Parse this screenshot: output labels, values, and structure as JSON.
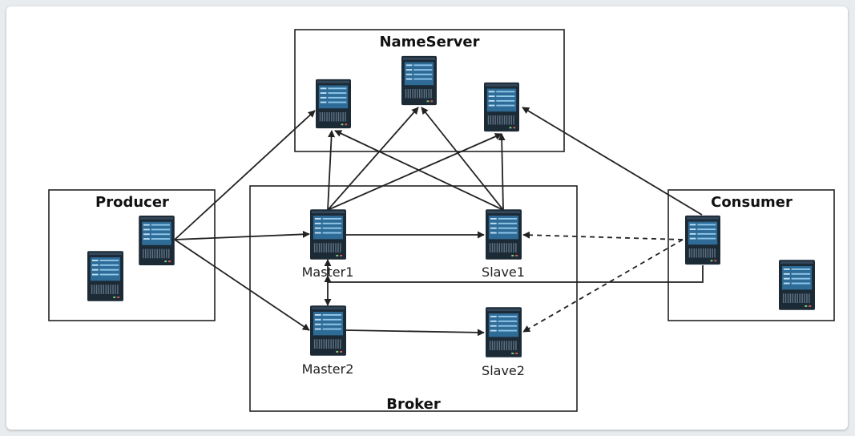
{
  "groups": {
    "nameserver": "NameServer",
    "producer": "Producer",
    "broker": "Broker",
    "consumer": "Consumer"
  },
  "brokers": {
    "master1": "Master1",
    "slave1": "Slave1",
    "master2": "Master2",
    "slave2": "Slave2"
  },
  "colors": {
    "server_body": "#1c2a36",
    "server_panel": "#2e6b96",
    "server_line": "#8fc6ea",
    "edge": "#222222"
  },
  "icons": {
    "node": "server-icon"
  }
}
